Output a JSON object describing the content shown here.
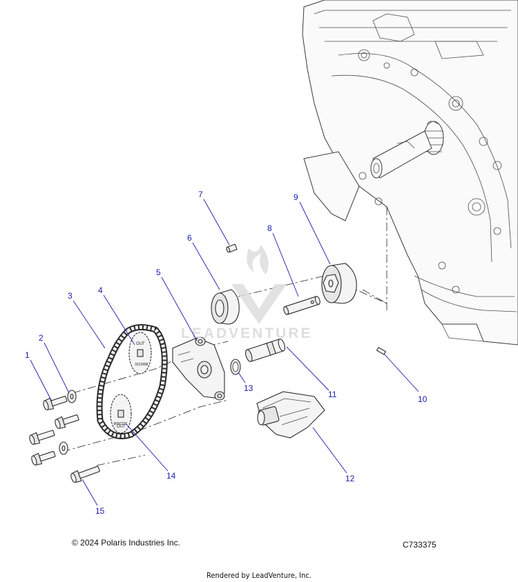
{
  "callouts": [
    {
      "id": "1",
      "label": "1"
    },
    {
      "id": "2",
      "label": "2"
    },
    {
      "id": "3",
      "label": "3"
    },
    {
      "id": "4",
      "label": "4"
    },
    {
      "id": "5",
      "label": "5"
    },
    {
      "id": "6",
      "label": "6"
    },
    {
      "id": "7",
      "label": "7"
    },
    {
      "id": "8",
      "label": "8"
    },
    {
      "id": "9",
      "label": "9"
    },
    {
      "id": "10",
      "label": "10"
    },
    {
      "id": "11",
      "label": "11"
    },
    {
      "id": "12",
      "label": "12"
    },
    {
      "id": "13",
      "label": "13"
    },
    {
      "id": "14",
      "label": "14"
    },
    {
      "id": "15",
      "label": "15"
    }
  ],
  "sprocket_upper_marks": {
    "out": "OUT",
    "part_no": "3222898"
  },
  "sprocket_lower_marks": {
    "part_no": "3222898",
    "out": "OUT"
  },
  "watermark": {
    "text": "LEADVENTURE"
  },
  "footer": {
    "copyright": "© 2024 Polaris Industries Inc.",
    "figure_code": "C733375",
    "rendered_by": "Rendered by LeadVenture, Inc."
  },
  "colors": {
    "callout": "#1a1aa8",
    "line": "#2a2a2a",
    "watermark": "#d9d9d9"
  }
}
